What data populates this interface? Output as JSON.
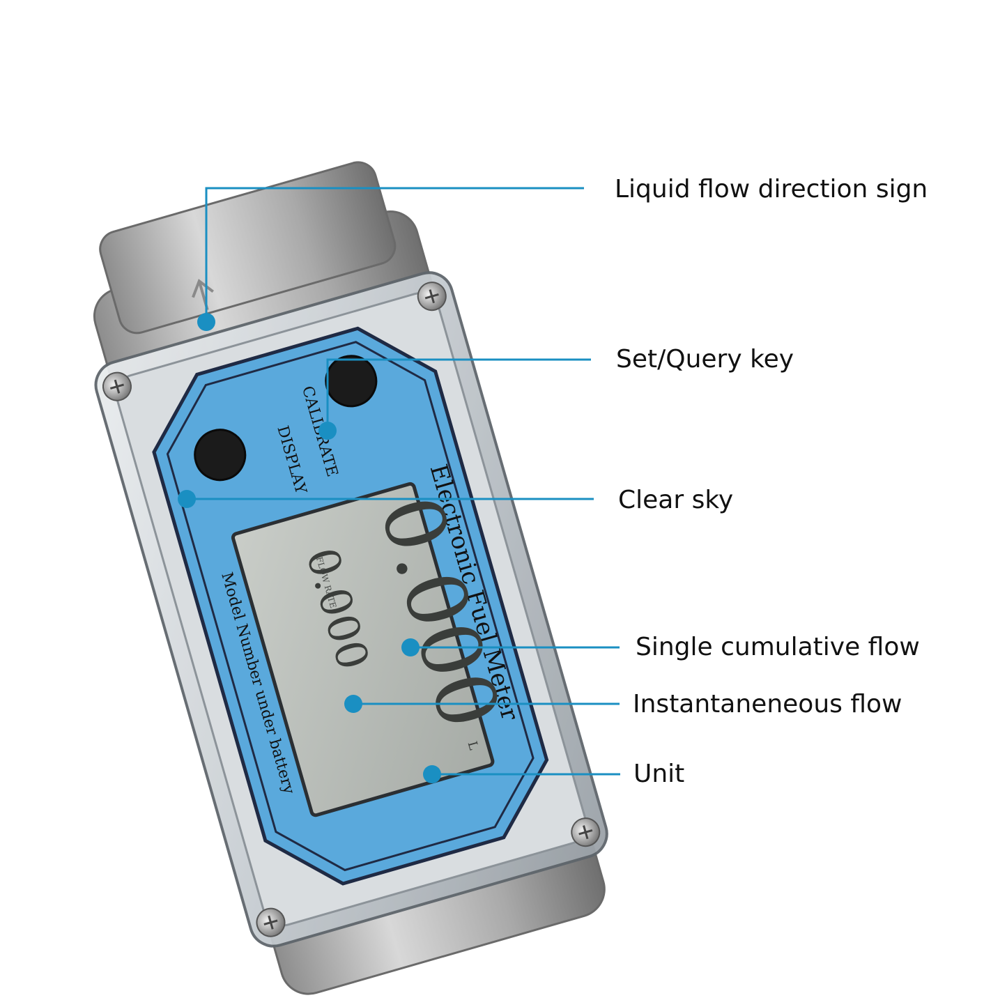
{
  "device": {
    "title": "Electronic Fuel Meter",
    "model_note": "Model Number under battery",
    "button_calibrate": "CALIBRATE",
    "button_display": "DISPLAY",
    "lcd_main_value": "0.000",
    "lcd_sub_value": "0.000",
    "lcd_sub_caption": "FLOW RATE",
    "lcd_unit": "L",
    "colors": {
      "panel_blue": "#5aa9dc",
      "panel_border": "#1f2a44",
      "lcd": "#b9beb9",
      "body_metal": "#b7b7b7",
      "callout": "#1a8fc2"
    }
  },
  "callouts": [
    {
      "id": "flow-direction",
      "label": "Liquid flow direction sign"
    },
    {
      "id": "set-query-key",
      "label": "Set/Query key"
    },
    {
      "id": "clear-key",
      "label": "Clear sky"
    },
    {
      "id": "single-cumulative-flow",
      "label": "Single cumulative flow"
    },
    {
      "id": "instantaneous-flow",
      "label": "Instantaneneous flow"
    },
    {
      "id": "unit",
      "label": "Unit"
    }
  ]
}
